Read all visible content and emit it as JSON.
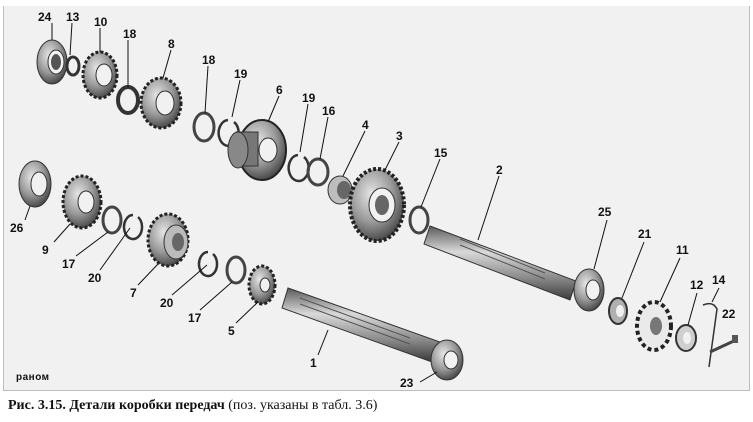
{
  "caption": {
    "fig_label": "Рис. 3.15.",
    "title": "Детали коробки передач",
    "note": "(поз. указаны в табл. 3.6)"
  },
  "publisher_logo": "раном",
  "callouts": {
    "c24": "24",
    "c13": "13",
    "c10": "10",
    "c18a": "18",
    "c8": "8",
    "c18b": "18",
    "c19a": "19",
    "c6": "6",
    "c19b": "19",
    "c16": "16",
    "c4": "4",
    "c3": "3",
    "c15": "15",
    "c2": "2",
    "c26": "26",
    "c9": "9",
    "c17a": "17",
    "c20a": "20",
    "c7": "7",
    "c20b": "20",
    "c17b": "17",
    "c5": "5",
    "c1": "1",
    "c23": "23",
    "c25": "25",
    "c21": "21",
    "c11": "11",
    "c12": "12",
    "c14": "14",
    "c22": "22"
  },
  "colors": {
    "metal": "#9a9a9a",
    "metal_dark": "#4a4a4a",
    "metal_light": "#d8d8d8",
    "background": "#f1f1f1"
  }
}
